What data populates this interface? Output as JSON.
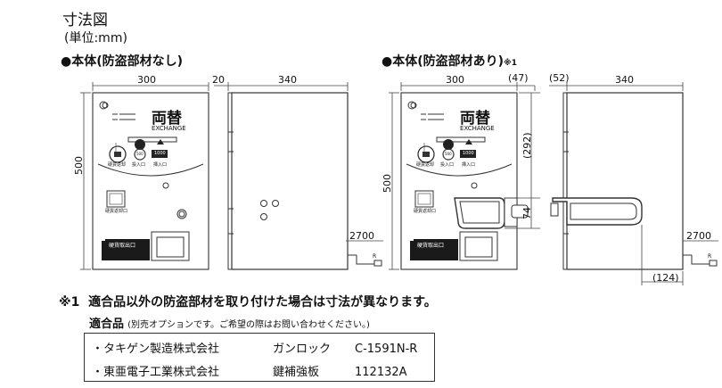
{
  "title": "寸法図",
  "unit": "(単位:mm)",
  "views": {
    "without": {
      "heading": "●本体(防盗部材なし)"
    },
    "with": {
      "heading": "●本体(防盗部材あり)",
      "sup": "※1"
    }
  },
  "dims": {
    "width": "300",
    "depth": "340",
    "door": "20",
    "height": "500",
    "cord": "2700",
    "guard_front": "(47)",
    "guard_side": "(52)",
    "guard_top": "(292)",
    "guard_h": "74",
    "guard_out": "(124)"
  },
  "panel": {
    "brand_big": "両替",
    "brand_sub": "EXCHANGE",
    "label_key": "硬貨返却",
    "label_coin": "投入口",
    "label_bill": "挿入口",
    "coin_val": "500",
    "bill_val": "1000",
    "label_return": "硬貨返却口",
    "label_out": "硬貨取出口",
    "cord_mark": "R"
  },
  "note": {
    "mark": "※1",
    "text": "適合品以外の防盗部材を取り付けた場合は寸法が異なります。"
  },
  "compatible": {
    "label": "適合品",
    "sub": "(別売オプションです。ご希望の際はお問い合わせください。)"
  },
  "products": [
    {
      "bullet": "・",
      "maker": "タキゲン製造株式会社",
      "name": "ガンロック",
      "code": "C-1591N-R"
    },
    {
      "bullet": "・",
      "maker": "東亜電子工業株式会社",
      "name": "鍵補強板",
      "code": "112132A"
    }
  ]
}
